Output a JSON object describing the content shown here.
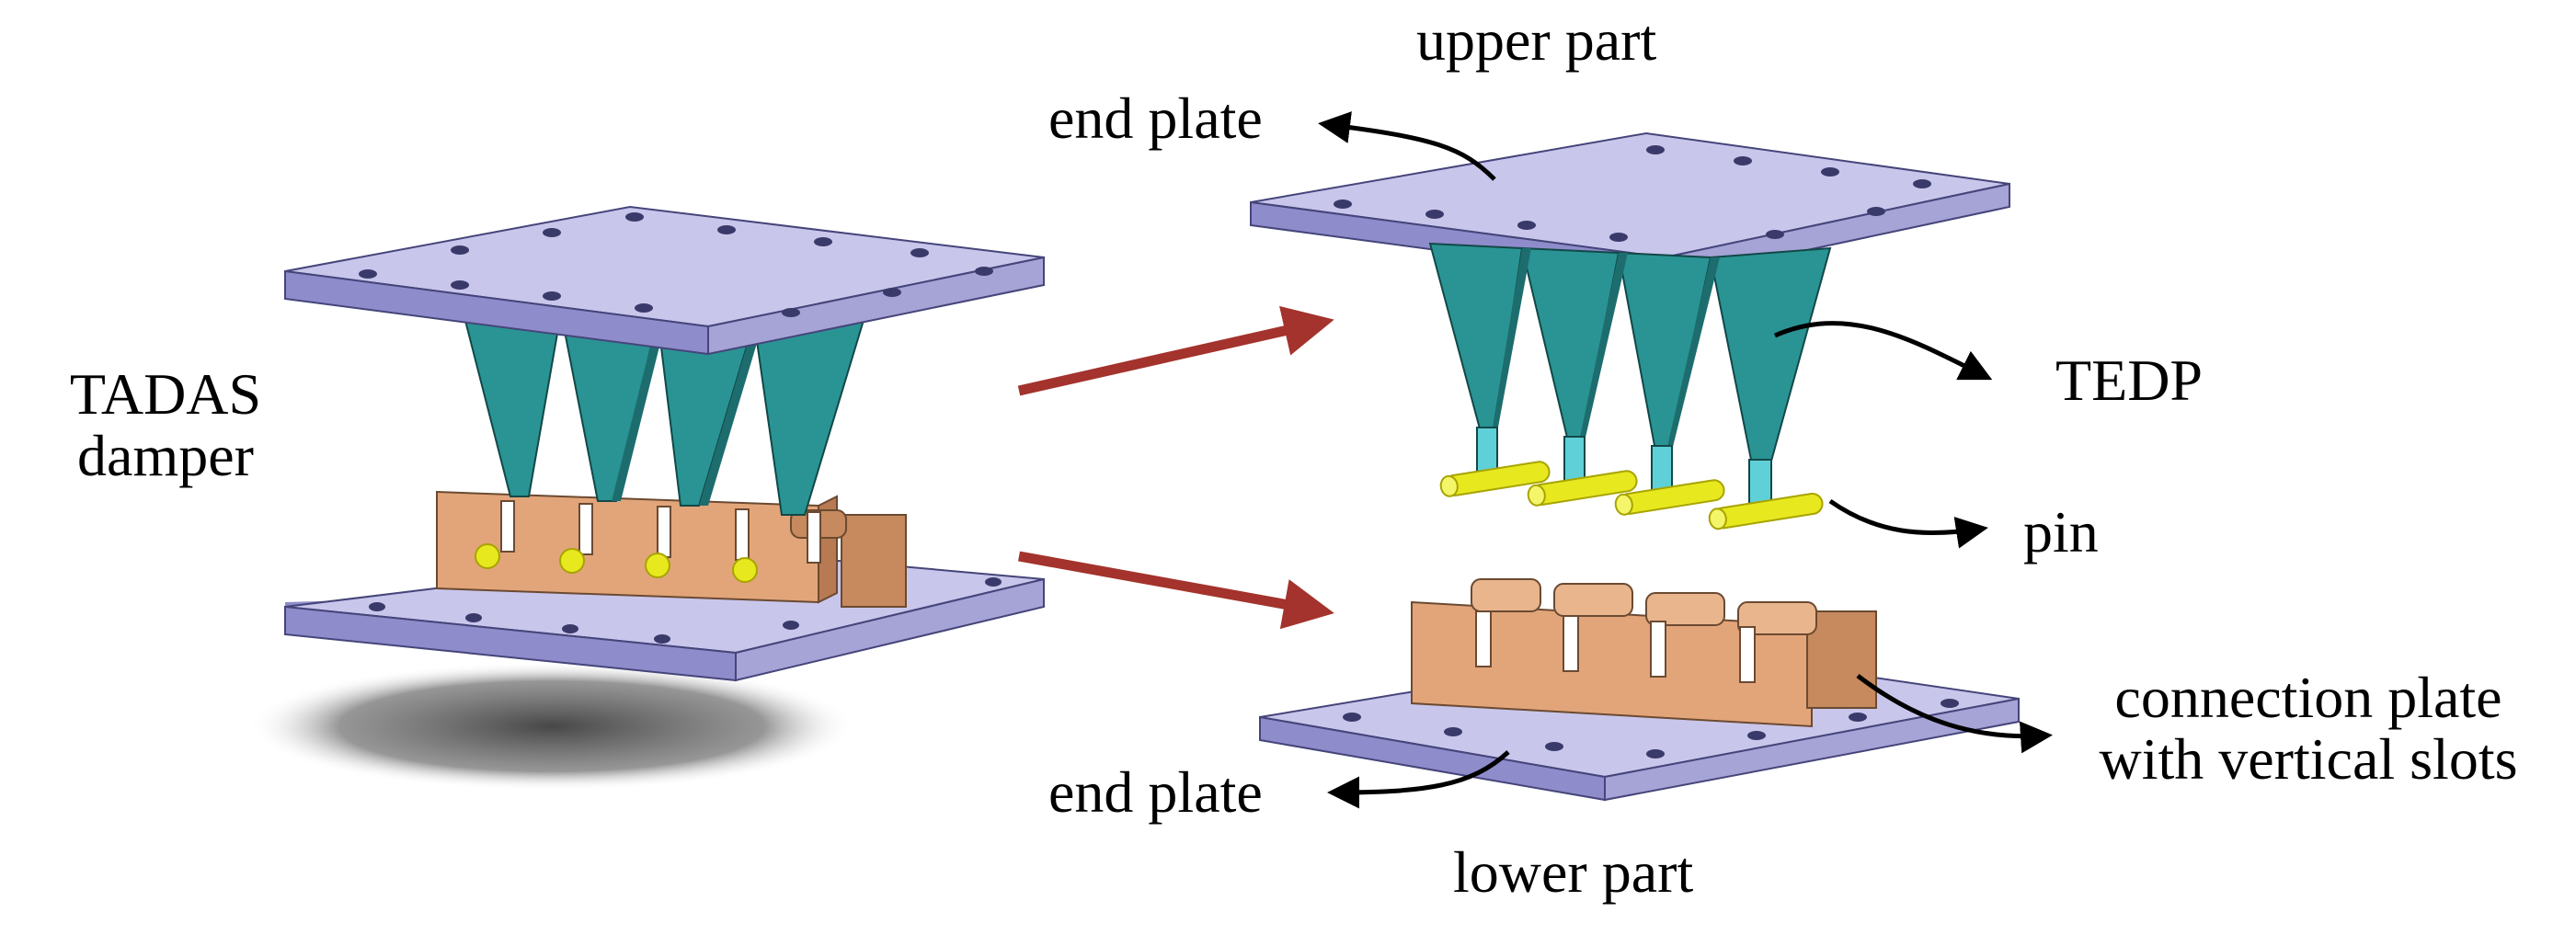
{
  "labels": {
    "tadas_line1": "TADAS",
    "tadas_line2": "damper",
    "upper_part": "upper part",
    "end_plate_top": "end plate",
    "tedp": "TEDP",
    "pin": "pin",
    "lower_part": "lower part",
    "end_plate_bottom": "end plate",
    "connection_line1": "connection plate",
    "connection_line2": "with vertical slots"
  },
  "colors": {
    "plate_top": "#c9c6ec",
    "plate_side": "#8f8ccb",
    "plate_edge": "#45457a",
    "triangle": "#2a9494",
    "triangle_dark": "#1d6d6f",
    "stem": "#5fd0d8",
    "connection": "#e2a57a",
    "connection_dark": "#b77a52",
    "pin": "#e8e81f",
    "pin_dark": "#a7a400",
    "arrow_red": "#a3332c",
    "shadow": "#555555"
  }
}
